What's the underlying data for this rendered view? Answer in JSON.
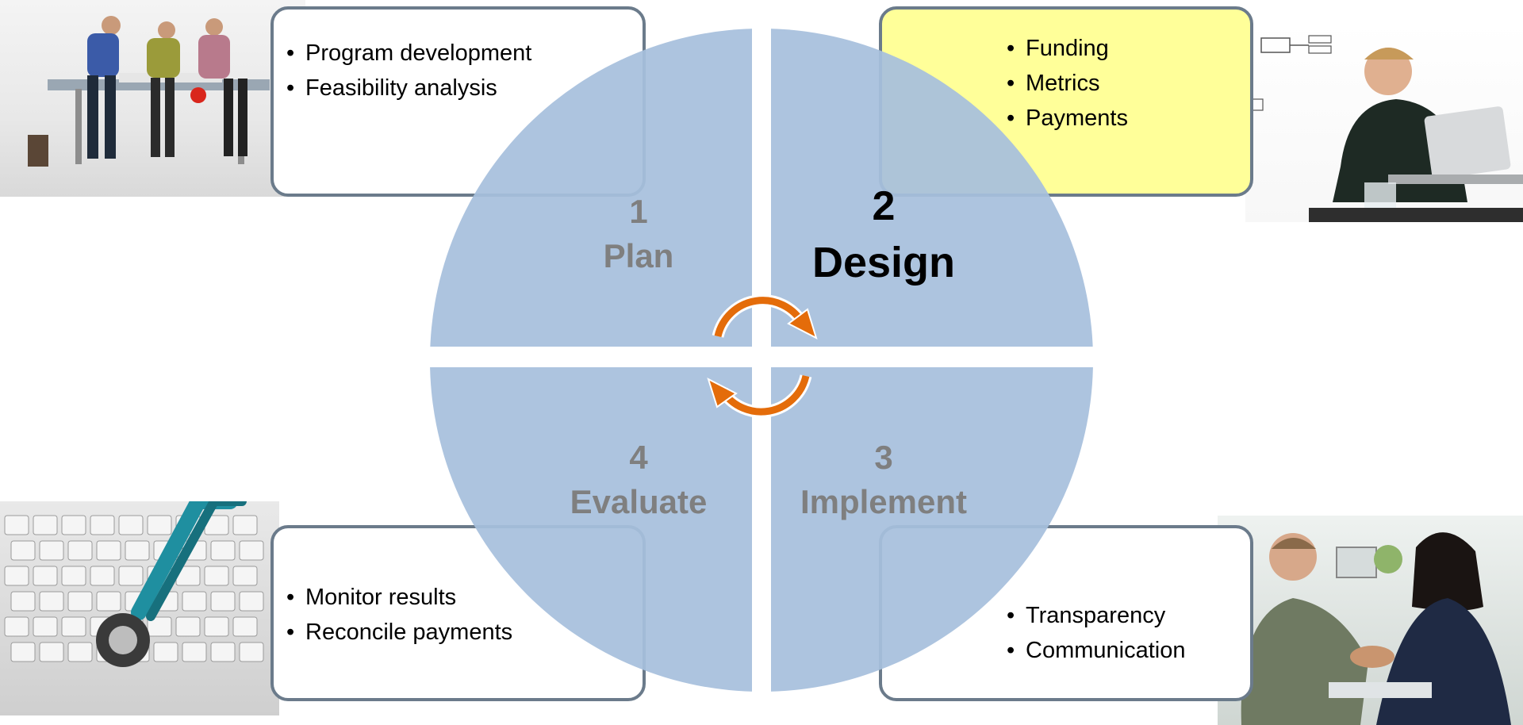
{
  "colors": {
    "quadrant_fill": "#a7bfdd",
    "box_border": "#6b7b8b",
    "highlight_box": "#ffff99",
    "arrow": "#e46c0a",
    "active_text": "#000000",
    "inactive_text": "#7f7f7f"
  },
  "quadrants": {
    "plan": {
      "number": "1",
      "name": "Plan",
      "bullets": [
        "Program development",
        "Feasibility analysis"
      ]
    },
    "design": {
      "number": "2",
      "name": "Design",
      "active": true,
      "bullets": [
        "Funding",
        "Metrics",
        "Payments"
      ]
    },
    "implement": {
      "number": "3",
      "name": "Implement",
      "bullets": [
        "Transparency",
        "Communication"
      ]
    },
    "evaluate": {
      "number": "4",
      "name": "Evaluate",
      "bullets": [
        "Monitor results",
        "Reconcile payments"
      ]
    }
  },
  "icons": {
    "cycle_arrows": "circular-arrows-icon",
    "photo_plan": "team-at-table-photo",
    "photo_design": "man-at-laptop-photo",
    "photo_evaluate": "stethoscope-on-keyboard-photo",
    "photo_implement": "handshake-photo"
  }
}
